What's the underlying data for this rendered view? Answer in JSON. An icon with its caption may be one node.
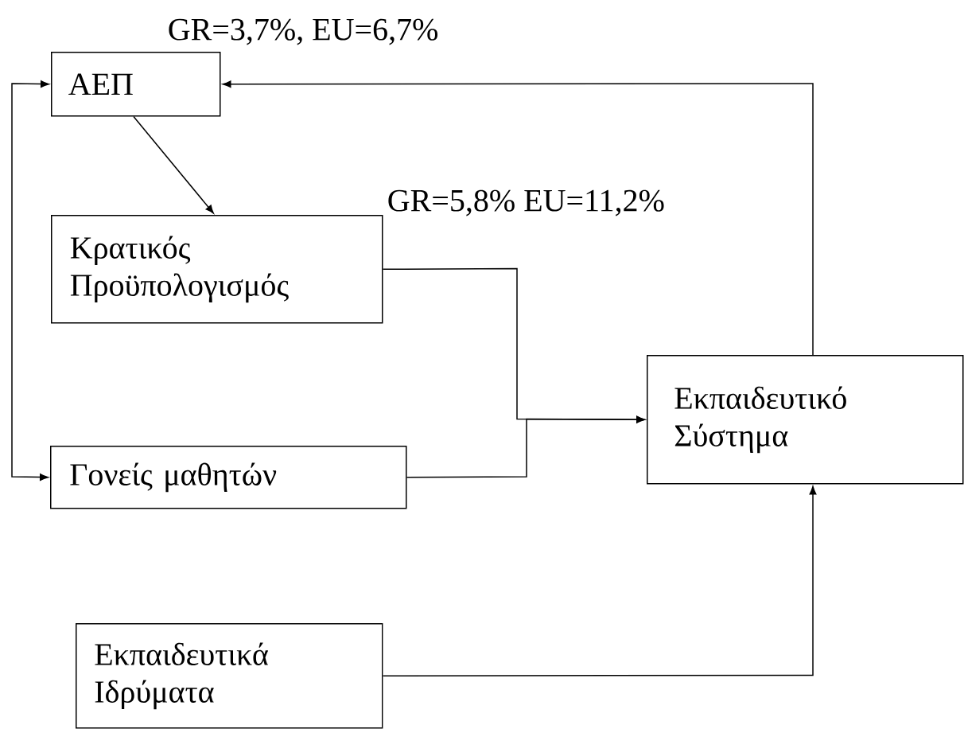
{
  "diagram": {
    "nodes": [
      {
        "text": [
          "ΑΕΠ"
        ],
        "beside": [
          "GR=3,7%, EU=6,7%"
        ]
      },
      {
        "text": [
          "Κρατικός Προϋπολογισμός"
        ],
        "beside": [
          "GR=5,8% EU=11,2%"
        ]
      },
      {
        "text": [
          "Γονείς μαθητών"
        ]
      },
      {
        "text": [
          "Εκπαιδευτικό Σύστημα"
        ]
      },
      {
        "text": [
          "Εκπαιδευτικά Ιδρύματα"
        ]
      }
    ],
    "edges": [
      {
        "from": 0,
        "to": 1,
        "arrow": "to"
      },
      {
        "from": 1,
        "to": 3,
        "arrow": "to"
      },
      {
        "from": 2,
        "to": 3,
        "arrow": "to"
      },
      {
        "from": 3,
        "to": 0,
        "arrow": "to"
      },
      {
        "from": 0,
        "to": 2,
        "arrow": "both"
      },
      {
        "from": 4,
        "to": 3,
        "arrow": "to"
      }
    ]
  }
}
